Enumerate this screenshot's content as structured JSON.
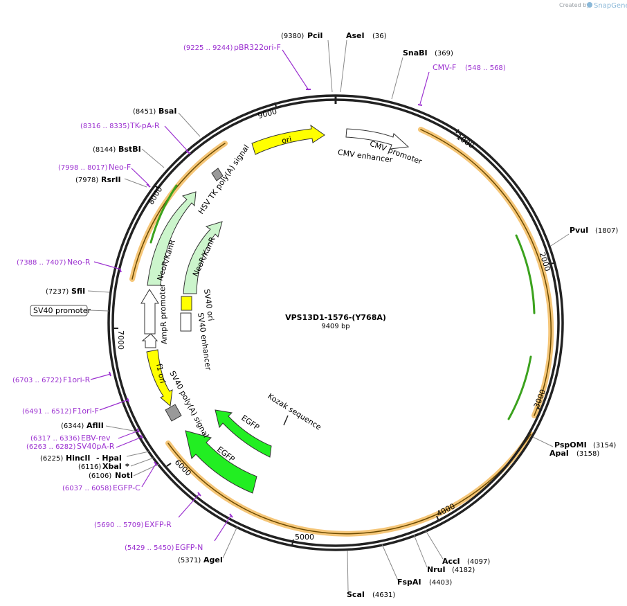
{
  "credit": {
    "prefix": "Created by",
    "brand": "SnapGene"
  },
  "plasmid": {
    "name": "VPS13D1-1576-(Y768A)",
    "length_label": "9409 bp",
    "length": 9409
  },
  "ruler_ticks": [
    "1000",
    "2000",
    "3000",
    "4000",
    "5000",
    "6000",
    "7000",
    "8000",
    "9000"
  ],
  "enzymes": [
    {
      "name": "PciI",
      "pos": "(9380)"
    },
    {
      "name": "AseI",
      "pos": "(36)"
    },
    {
      "name": "SnaBI",
      "pos": "(369)"
    },
    {
      "name": "PvuI",
      "pos": "(1807)"
    },
    {
      "name": "PspOMI",
      "pos": "(3154)"
    },
    {
      "name": "ApaI",
      "pos": "(3158)"
    },
    {
      "name": "AccI",
      "pos": "(4097)"
    },
    {
      "name": "NruI",
      "pos": "(4182)"
    },
    {
      "name": "FspAI",
      "pos": "(4403)"
    },
    {
      "name": "ScaI",
      "pos": "(4631)"
    },
    {
      "name": "AgeI",
      "pos": "(5371)"
    },
    {
      "name": "NotI",
      "pos": "(6106)"
    },
    {
      "name": "XbaI",
      "pos": "(6116)",
      "suffix": "*"
    },
    {
      "name": "HincII",
      "pos": "(6225)",
      "suffix": "- HpaI"
    },
    {
      "name": "AflII",
      "pos": "(6344)"
    },
    {
      "name": "SfiI",
      "pos": "(7237)"
    },
    {
      "name": "RsrII",
      "pos": "(7978)"
    },
    {
      "name": "BstBI",
      "pos": "(8144)"
    },
    {
      "name": "BsaI",
      "pos": "(8451)"
    }
  ],
  "primers": [
    {
      "name": "pBR322ori-F",
      "pos": "(9225 .. 9244)"
    },
    {
      "name": "CMV-F",
      "pos": "(548 .. 568)"
    },
    {
      "name": "TK-pA-R",
      "pos": "(8316 .. 8335)"
    },
    {
      "name": "Neo-F",
      "pos": "(7998 .. 8017)"
    },
    {
      "name": "Neo-R",
      "pos": "(7388 .. 7407)"
    },
    {
      "name": "F1ori-R",
      "pos": "(6703 .. 6722)"
    },
    {
      "name": "F1ori-F",
      "pos": "(6491 .. 6512)"
    },
    {
      "name": "EBV-rev",
      "pos": "(6317 .. 6336)"
    },
    {
      "name": "SV40pA-R",
      "pos": "(6263 .. 6282)"
    },
    {
      "name": "EGFP-C",
      "pos": "(6037 .. 6058)"
    },
    {
      "name": "EXFP-R",
      "pos": "(5690 .. 5709)"
    },
    {
      "name": "EGFP-N",
      "pos": "(5429 .. 5450)"
    }
  ],
  "features": {
    "ori": "ori",
    "cmv_promoter": "CMV promoter",
    "cmv_enhancer": "CMV enhancer",
    "hsv_tk": "HSV TK poly(A) signal",
    "neokanr": "NeoR/KanR",
    "ampr_promoter": "AmpR promoter",
    "sv40_ori": "SV40 ori",
    "sv40_enhancer": "SV40 enhancer",
    "sv40_promoter": "SV40 promoter",
    "f1_ori": "f1 ori",
    "sv40_polya": "SV40 poly(A) signal",
    "kozak": "Kozak sequence",
    "egfp": "EGFP"
  },
  "colors": {
    "backbone": "#222222",
    "ori": "#ffff00",
    "neokanr": "#ccf5cc",
    "egfp": "#22ee22",
    "orf_glow": "#f5c678",
    "orf_green": "#3ba21e",
    "primer": "#9b30d0",
    "gray_feature": "#999999"
  }
}
